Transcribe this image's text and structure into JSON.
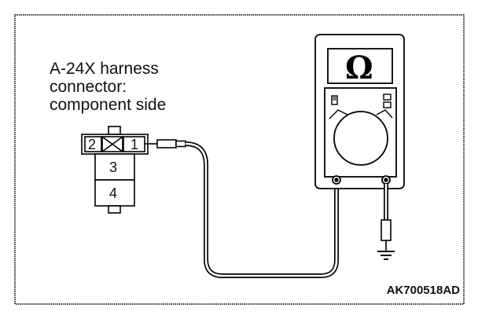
{
  "connector_label": {
    "line1": "A-24X harness",
    "line2": "connector:",
    "line3": "component side"
  },
  "connector": {
    "pin_2": "2",
    "pin_1": "1",
    "pin_3": "3",
    "pin_4": "4"
  },
  "meter": {
    "symbol": "Ω"
  },
  "figure_code": "AK700518AD"
}
